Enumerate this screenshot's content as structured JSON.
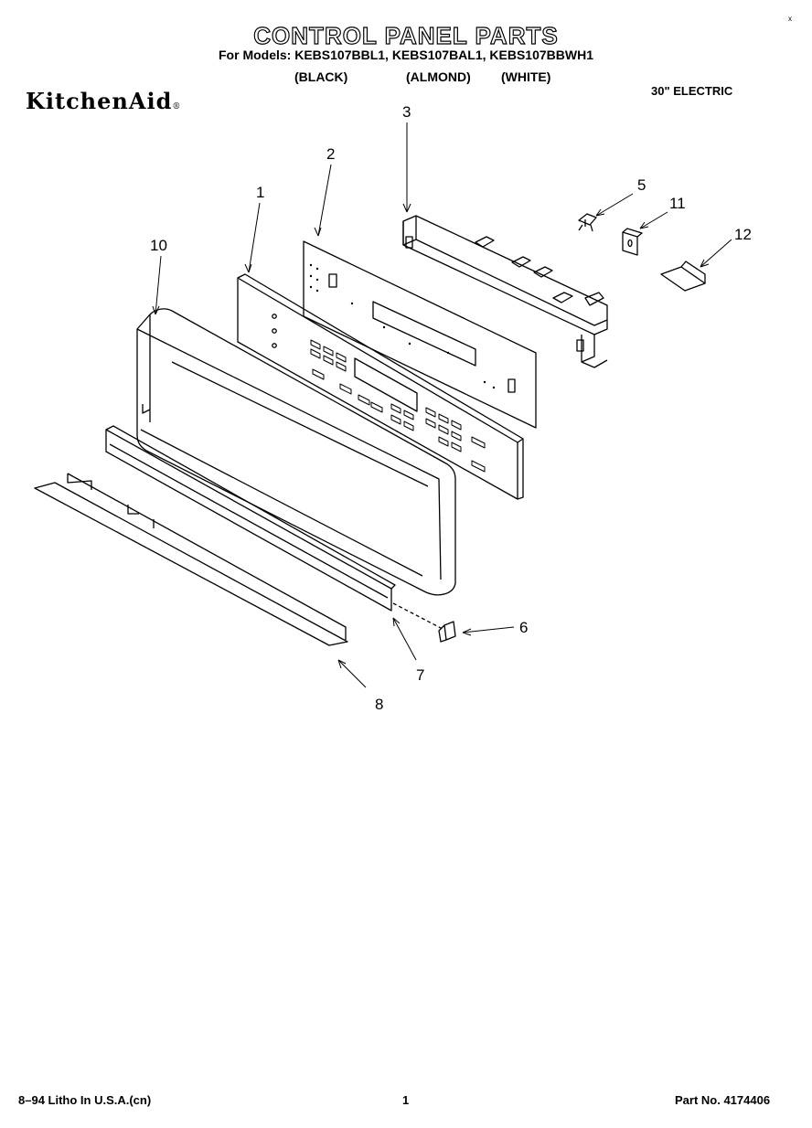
{
  "header": {
    "title": "CONTROL PANEL PARTS",
    "models_line": "For Models: KEBS107BBL1, KEBS107BAL1, KEBS107BBWH1",
    "colors": [
      "(BLACK)",
      "(ALMOND)",
      "(WHITE)"
    ],
    "brand": "KitchenAid",
    "brand_mark": "®",
    "subtitle": "30\" ELECTRIC",
    "corner_mark": "x"
  },
  "callouts": {
    "c1": "1",
    "c2": "2",
    "c3": "3",
    "c5": "5",
    "c6": "6",
    "c7": "7",
    "c8": "8",
    "c10": "10",
    "c11": "11",
    "c12": "12"
  },
  "footer": {
    "litho": "8–94 Litho In U.S.A.(cn)",
    "page": "1",
    "part_no": "Part No. 4174406"
  }
}
